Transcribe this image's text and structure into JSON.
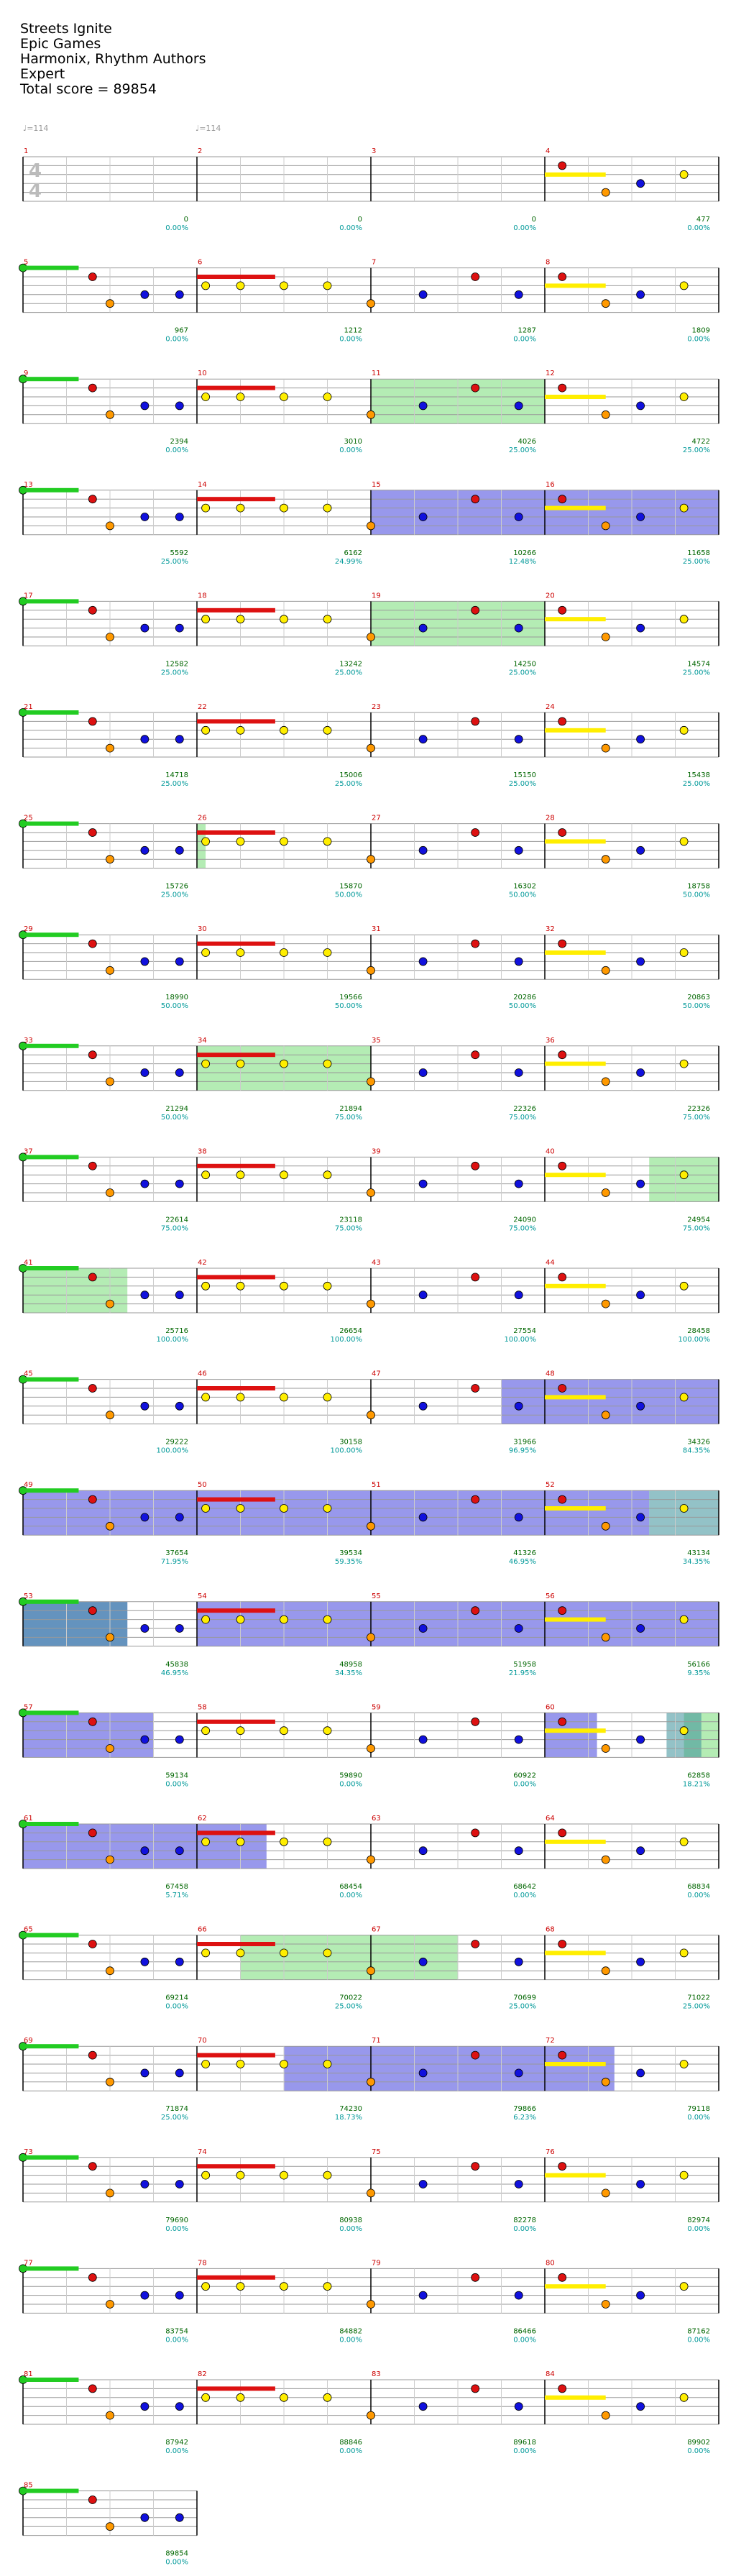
{
  "song": {
    "title": "Streets Ignite",
    "artist": "Epic Games",
    "charter": "Harmonix, Rhythm Authors",
    "difficulty": "Expert",
    "total_score_text": "Total score = 89854"
  },
  "tempo_marks": [
    "♩=114",
    "♩=114"
  ],
  "time_signature": "4/4",
  "colors": {
    "green": "#22cc22",
    "red": "#dd1111",
    "yellow": "#ffee00",
    "blue": "#1111dd",
    "orange": "#ff9900",
    "purple": "#aa0077",
    "overdrive": "#4444dd",
    "solo": "#77dd77",
    "measure_number": "#cc0000",
    "score": "#006600",
    "percent": "#009999"
  },
  "measures": [
    {
      "n": "1",
      "score": "0",
      "pct": "0.00%",
      "notes": []
    },
    {
      "n": "2",
      "score": "0",
      "pct": "0.00%",
      "notes": []
    },
    {
      "n": "3",
      "score": "0",
      "pct": "0.00%",
      "notes": []
    },
    {
      "n": "4",
      "score": "477",
      "pct": "0.00%",
      "notes": []
    },
    {
      "n": "5",
      "score": "967",
      "pct": "0.00%",
      "notes": []
    },
    {
      "n": "6",
      "score": "1212",
      "pct": "0.00%",
      "notes": []
    },
    {
      "n": "7",
      "score": "1287",
      "pct": "0.00%",
      "notes": []
    },
    {
      "n": "8",
      "score": "1809",
      "pct": "0.00%",
      "notes": []
    },
    {
      "n": "9",
      "score": "2394",
      "pct": "0.00%",
      "notes": []
    },
    {
      "n": "10",
      "score": "3010",
      "pct": "0.00%",
      "notes": []
    },
    {
      "n": "11",
      "score": "4026",
      "pct": "25.00%",
      "notes": []
    },
    {
      "n": "12",
      "score": "4722",
      "pct": "25.00%",
      "notes": []
    },
    {
      "n": "13",
      "score": "5592",
      "pct": "25.00%",
      "notes": []
    },
    {
      "n": "14",
      "score": "6162",
      "pct": "24.99%",
      "notes": []
    },
    {
      "n": "15",
      "score": "10266",
      "pct": "12.48%",
      "notes": []
    },
    {
      "n": "16",
      "score": "11658",
      "pct": "25.00%",
      "notes": []
    },
    {
      "n": "17",
      "score": "12582",
      "pct": "25.00%",
      "notes": []
    },
    {
      "n": "18",
      "score": "13242",
      "pct": "25.00%",
      "notes": []
    },
    {
      "n": "19",
      "score": "14250",
      "pct": "25.00%",
      "notes": []
    },
    {
      "n": "20",
      "score": "14574",
      "pct": "25.00%",
      "notes": []
    },
    {
      "n": "21",
      "score": "14718",
      "pct": "25.00%",
      "notes": []
    },
    {
      "n": "22",
      "score": "15006",
      "pct": "25.00%",
      "notes": []
    },
    {
      "n": "23",
      "score": "15150",
      "pct": "25.00%",
      "notes": []
    },
    {
      "n": "24",
      "score": "15438",
      "pct": "25.00%",
      "notes": []
    },
    {
      "n": "25",
      "score": "15726",
      "pct": "25.00%",
      "notes": []
    },
    {
      "n": "26",
      "score": "15870",
      "pct": "50.00%",
      "notes": []
    },
    {
      "n": "27",
      "score": "16302",
      "pct": "50.00%",
      "notes": []
    },
    {
      "n": "28",
      "score": "18758",
      "pct": "50.00%",
      "notes": []
    },
    {
      "n": "29",
      "score": "18990",
      "pct": "50.00%",
      "notes": []
    },
    {
      "n": "30",
      "score": "19566",
      "pct": "50.00%",
      "notes": []
    },
    {
      "n": "31",
      "score": "20286",
      "pct": "50.00%",
      "notes": []
    },
    {
      "n": "32",
      "score": "20863",
      "pct": "50.00%",
      "notes": []
    },
    {
      "n": "33",
      "score": "21294",
      "pct": "50.00%",
      "notes": []
    },
    {
      "n": "34",
      "score": "21894",
      "pct": "75.00%",
      "notes": []
    },
    {
      "n": "35",
      "score": "22326",
      "pct": "75.00%",
      "notes": []
    },
    {
      "n": "36",
      "score": "22326",
      "pct": "75.00%",
      "notes": []
    },
    {
      "n": "37",
      "score": "22614",
      "pct": "75.00%",
      "notes": []
    },
    {
      "n": "38",
      "score": "23118",
      "pct": "75.00%",
      "notes": []
    },
    {
      "n": "39",
      "score": "24090",
      "pct": "75.00%",
      "notes": []
    },
    {
      "n": "40",
      "score": "24954",
      "pct": "75.00%",
      "notes": []
    },
    {
      "n": "41",
      "score": "25716",
      "pct": "100.00%",
      "notes": []
    },
    {
      "n": "42",
      "score": "26654",
      "pct": "100.00%",
      "notes": []
    },
    {
      "n": "43",
      "score": "27554",
      "pct": "100.00%",
      "notes": []
    },
    {
      "n": "44",
      "score": "28458",
      "pct": "100.00%",
      "notes": []
    },
    {
      "n": "45",
      "score": "29222",
      "pct": "100.00%",
      "notes": []
    },
    {
      "n": "46",
      "score": "30158",
      "pct": "100.00%",
      "notes": []
    },
    {
      "n": "47",
      "score": "31966",
      "pct": "96.95%",
      "notes": []
    },
    {
      "n": "48",
      "score": "34326",
      "pct": "84.35%",
      "notes": []
    },
    {
      "n": "49",
      "score": "37654",
      "pct": "71.95%",
      "notes": []
    },
    {
      "n": "50",
      "score": "39534",
      "pct": "59.35%",
      "notes": []
    },
    {
      "n": "51",
      "score": "41326",
      "pct": "46.95%",
      "notes": []
    },
    {
      "n": "52",
      "score": "43134",
      "pct": "34.35%",
      "notes": []
    },
    {
      "n": "53",
      "score": "45838",
      "pct": "46.95%",
      "notes": []
    },
    {
      "n": "54",
      "score": "48958",
      "pct": "34.35%",
      "notes": []
    },
    {
      "n": "55",
      "score": "51958",
      "pct": "21.95%",
      "notes": []
    },
    {
      "n": "56",
      "score": "56166",
      "pct": "9.35%",
      "notes": []
    },
    {
      "n": "57",
      "score": "59134",
      "pct": "0.00%",
      "notes": []
    },
    {
      "n": "58",
      "score": "59890",
      "pct": "0.00%",
      "notes": []
    },
    {
      "n": "59",
      "score": "60922",
      "pct": "0.00%",
      "notes": []
    },
    {
      "n": "60",
      "score": "62858",
      "pct": "18.21%",
      "notes": []
    },
    {
      "n": "61",
      "score": "67458",
      "pct": "5.71%",
      "notes": []
    },
    {
      "n": "62",
      "score": "68454",
      "pct": "0.00%",
      "notes": []
    },
    {
      "n": "63",
      "score": "68642",
      "pct": "0.00%",
      "notes": []
    },
    {
      "n": "64",
      "score": "68834",
      "pct": "0.00%",
      "notes": []
    },
    {
      "n": "65",
      "score": "69214",
      "pct": "0.00%",
      "notes": []
    },
    {
      "n": "66",
      "score": "70022",
      "pct": "25.00%",
      "notes": []
    },
    {
      "n": "67",
      "score": "70699",
      "pct": "25.00%",
      "notes": []
    },
    {
      "n": "68",
      "score": "71022",
      "pct": "25.00%",
      "notes": []
    },
    {
      "n": "69",
      "score": "71874",
      "pct": "25.00%",
      "notes": []
    },
    {
      "n": "70",
      "score": "74230",
      "pct": "18.73%",
      "notes": []
    },
    {
      "n": "71",
      "score": "79866",
      "pct": "6.23%",
      "notes": []
    },
    {
      "n": "72",
      "score": "79118",
      "pct": "0.00%",
      "notes": []
    },
    {
      "n": "73",
      "score": "79690",
      "pct": "0.00%",
      "notes": []
    },
    {
      "n": "74",
      "score": "80938",
      "pct": "0.00%",
      "notes": []
    },
    {
      "n": "75",
      "score": "82278",
      "pct": "0.00%",
      "notes": []
    },
    {
      "n": "76",
      "score": "82974",
      "pct": "0.00%",
      "notes": []
    },
    {
      "n": "77",
      "score": "83754",
      "pct": "0.00%",
      "notes": []
    },
    {
      "n": "78",
      "score": "84882",
      "pct": "0.00%",
      "notes": []
    },
    {
      "n": "79",
      "score": "86466",
      "pct": "0.00%",
      "notes": []
    },
    {
      "n": "80",
      "score": "87162",
      "pct": "0.00%",
      "notes": []
    },
    {
      "n": "81",
      "score": "87942",
      "pct": "0.00%",
      "notes": []
    },
    {
      "n": "82",
      "score": "88846",
      "pct": "0.00%",
      "notes": []
    },
    {
      "n": "83",
      "score": "89618",
      "pct": "0.00%",
      "notes": []
    },
    {
      "n": "84",
      "score": "89902",
      "pct": "0.00%",
      "notes": []
    },
    {
      "n": "85",
      "score": "89854",
      "pct": "0.00%",
      "notes": []
    }
  ]
}
